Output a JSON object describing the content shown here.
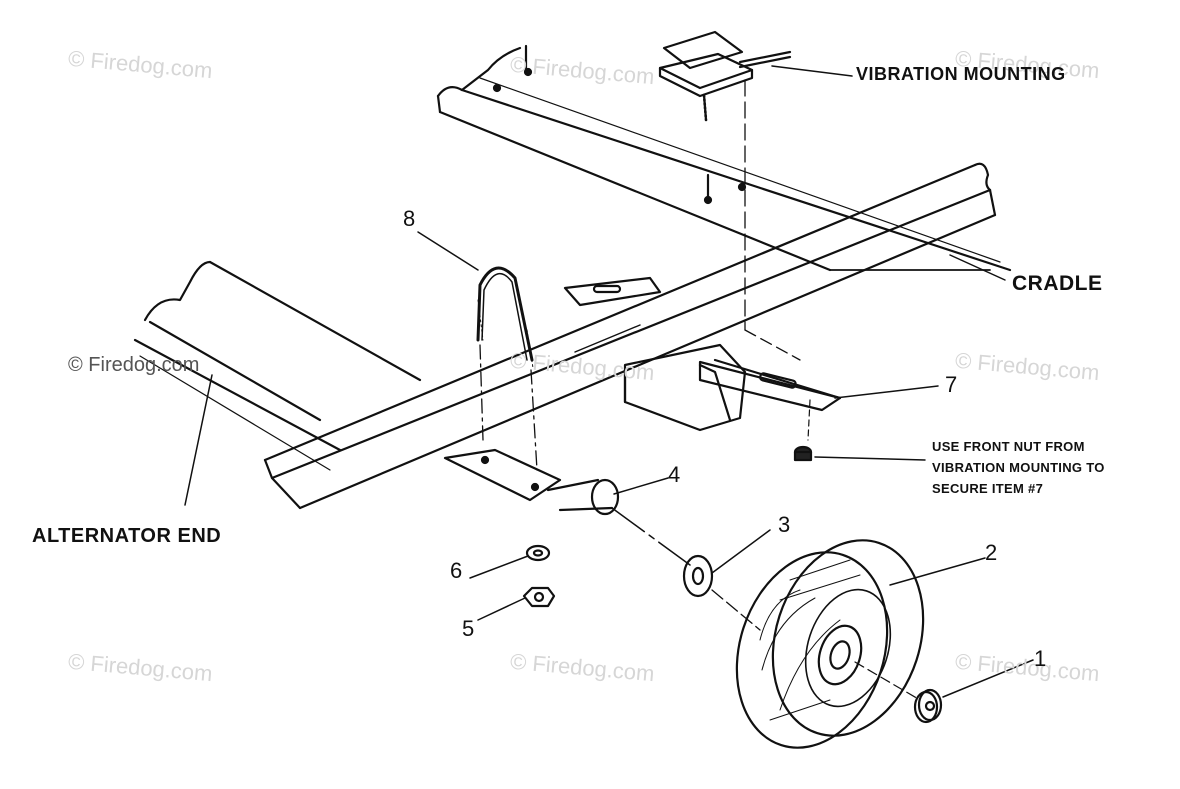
{
  "labels": {
    "vibration_mounting": "VIBRATION MOUNTING",
    "cradle": "CRADLE",
    "alternator_end": "ALTERNATOR END",
    "note_line1": "USE FRONT NUT FROM",
    "note_line2": "VIBRATION MOUNTING TO",
    "note_line3": "SECURE ITEM  #7"
  },
  "callouts": [
    "1",
    "2",
    "3",
    "4",
    "5",
    "6",
    "7",
    "8"
  ],
  "watermark": "© Firedog.com"
}
